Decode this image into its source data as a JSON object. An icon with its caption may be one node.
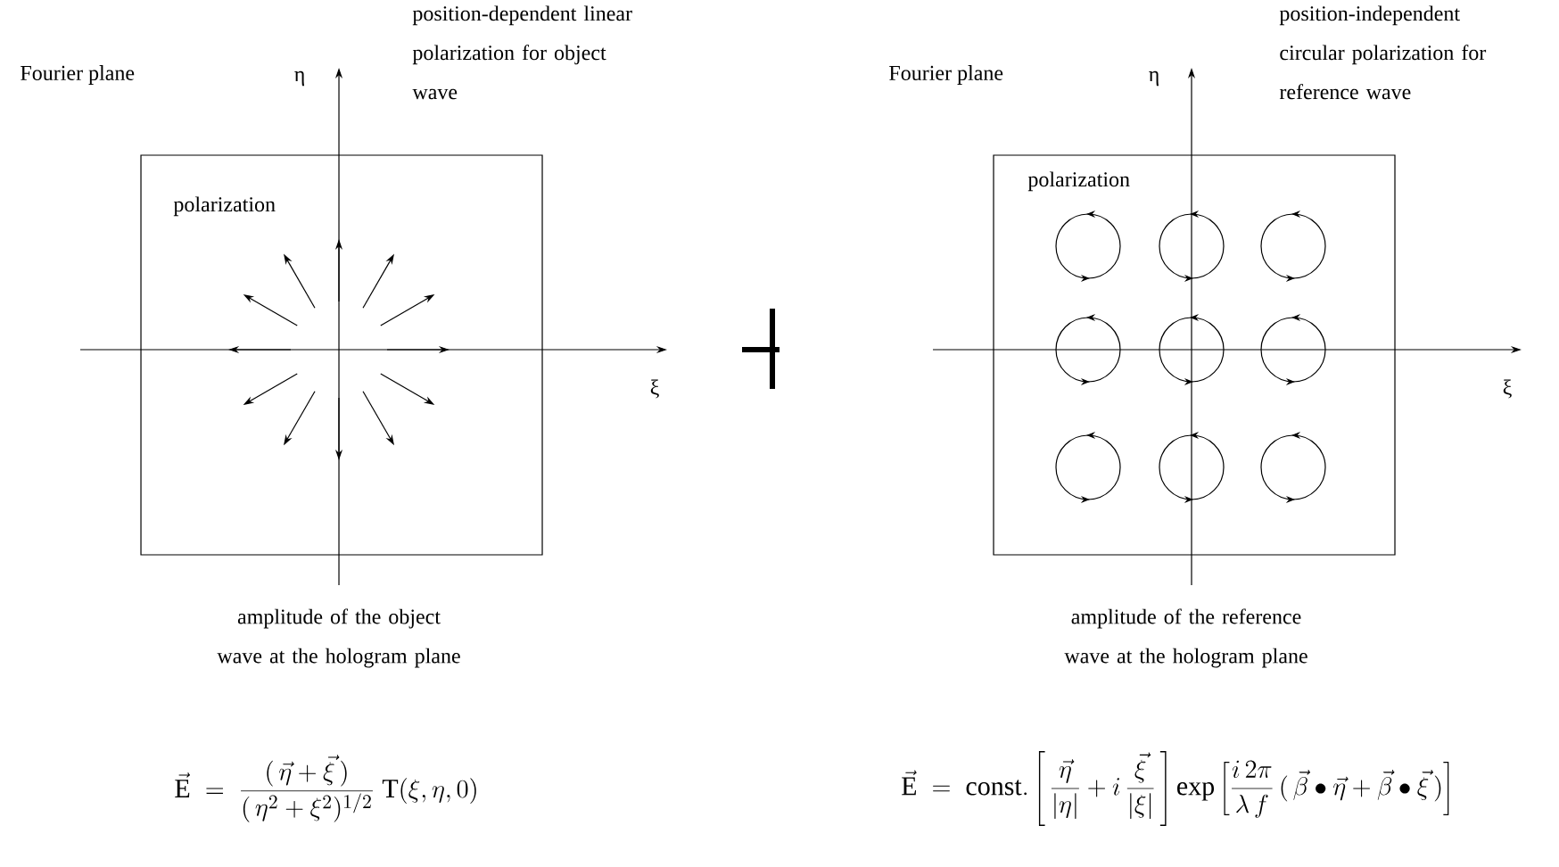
{
  "diagram": {
    "nodes": [
      {
        "text": [
          "polarization"
        ]
      },
      {
        "text": [
          "polarization"
        ]
      }
    ],
    "labels": [
      "Fourier plane",
      "η",
      "position-dependent linear polarization for object wave",
      "Fourier plane",
      "η",
      "position-independent circular polarization for reference wave",
      "ξ",
      "ξ",
      "amplitude of the object wave at the hologram plane",
      "amplitude of the reference wave at the hologram plane",
      "\\vec{\\mathrm{E}} \\;=\\; \\frac{(\\,\\vec{\\eta} + \\vec{\\xi}\\,)}{(\\,\\eta^{2} + \\xi^{2})^{1/2}}\\;\\mathrm{T}(\\xi,\\eta,0)",
      "\\vec{\\mathrm{E}} \\;=\\; \\mathrm{const.}\\left[\\,\\frac{\\vec{\\eta}}{|\\eta|} + i\\,\\frac{\\vec{\\xi}}{|\\xi|}\\,\\right]\\mathrm{exp}\\left[\\frac{i\\,2\\pi}{\\lambda\\,f}\\,(\\,\\vec{\\beta}\\bullet\\vec{\\eta} + \\vec{\\beta}\\bullet\\vec{\\xi}\\,)\\right]"
    ]
  }
}
